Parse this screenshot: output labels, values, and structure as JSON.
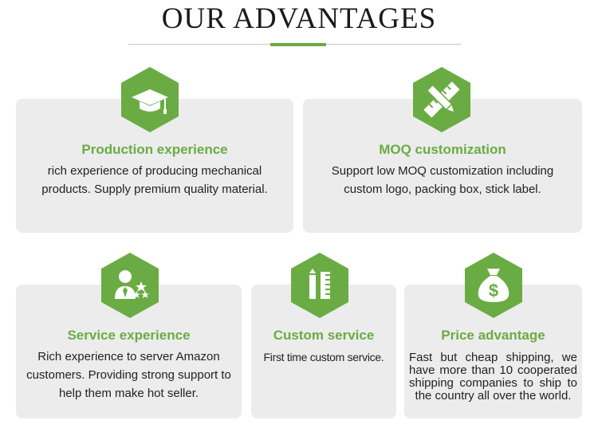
{
  "header": {
    "title": "OUR ADVANTAGES"
  },
  "colors": {
    "accent": "#6aac43",
    "card_bg": "#ececec",
    "text": "#222222"
  },
  "cards": [
    {
      "title": "Production experience",
      "desc": "rich experience of producing mechanical products. Supply premium quality material.",
      "icon": "graduation-cap-icon"
    },
    {
      "title": "MOQ customization",
      "desc": "Support low MOQ customization including custom logo, packing box, stick label.",
      "icon": "pencil-ruler-icon"
    },
    {
      "title": "Service experience",
      "desc": "Rich experience to server Amazon customers. Providing strong support to help them make hot seller.",
      "icon": "user-stars-icon"
    },
    {
      "title": "Custom service",
      "desc": "First time custom service.",
      "icon": "tools-icon"
    },
    {
      "title": "Price advantage",
      "desc": "Fast but cheap shipping, we have more than 10 cooperated shipping companies to ship to the country all over the world.",
      "icon": "money-bag-icon"
    }
  ]
}
